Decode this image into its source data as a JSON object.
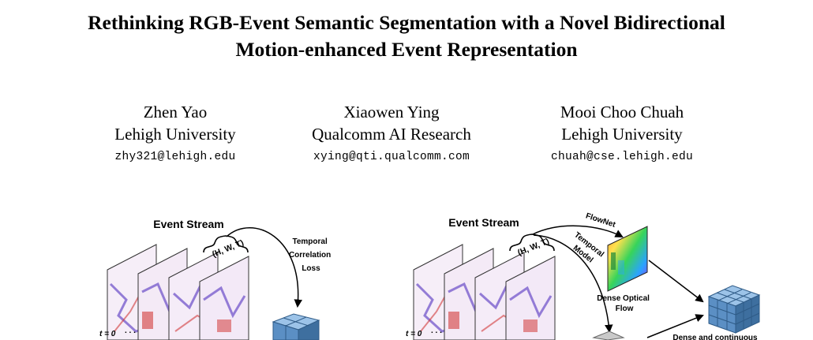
{
  "title": {
    "line1": "Rethinking RGB-Event Semantic Segmentation with a Novel Bidirectional",
    "line2": "Motion-enhanced Event Representation"
  },
  "authors": [
    {
      "name": "Zhen Yao",
      "affiliation": "Lehigh University",
      "email": "zhy321@lehigh.edu"
    },
    {
      "name": "Xiaowen Ying",
      "affiliation": "Qualcomm AI Research",
      "email": "xying@qti.qualcomm.com"
    },
    {
      "name": "Mooi Choo Chuah",
      "affiliation": "Lehigh University",
      "email": "chuah@cse.lehigh.edu"
    }
  ],
  "figure": {
    "left_panel": {
      "event_stream_label": "Event Stream",
      "dims_label": "(H, W, T)",
      "loss_label_lines": [
        "Temporal",
        "Correlation",
        "Loss"
      ],
      "time_label": "t = 0"
    },
    "right_panel": {
      "event_stream_label": "Event Stream",
      "dims_label": "(H, W, T)",
      "flownet_label": "FlowNet",
      "temporal_model_lines": [
        "Temporal",
        "Model"
      ],
      "optical_flow_lines": [
        "Dense Optical",
        "Flow"
      ],
      "dense_label": "Dense and continuous",
      "time_label": "t = 0"
    },
    "colors": {
      "cube_front": "#5b8fc4",
      "cube_top": "#9cc3e8",
      "cube_side": "#3e6f9f",
      "event_red": "#d23b3b",
      "event_blue": "#6a4bc7"
    }
  }
}
